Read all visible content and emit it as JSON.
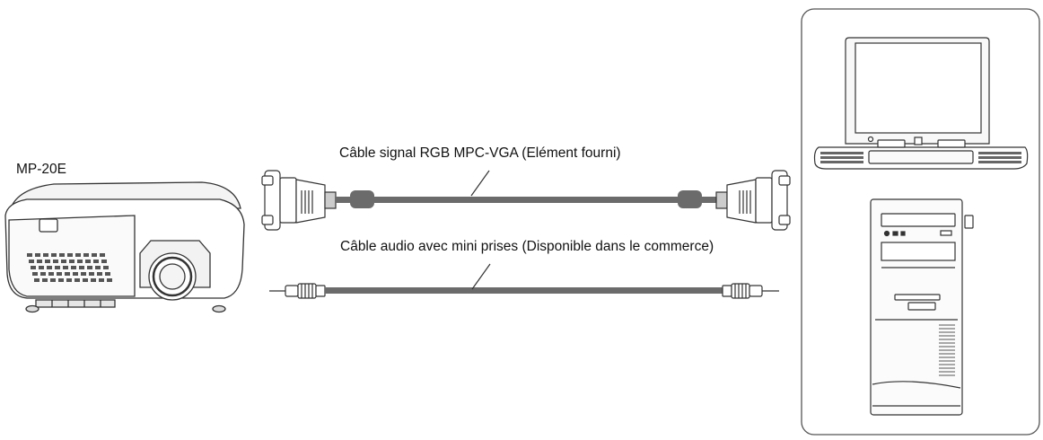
{
  "projector": {
    "model_label": "MP-20E"
  },
  "cables": {
    "rgb_label": "Câble signal RGB MPC-VGA (Elément fourni)",
    "audio_label": "Câble audio avec mini prises (Disponible dans le commerce)"
  },
  "colors": {
    "cable": "#6b6b6b",
    "outline": "#333333",
    "panel_border": "#555555"
  }
}
